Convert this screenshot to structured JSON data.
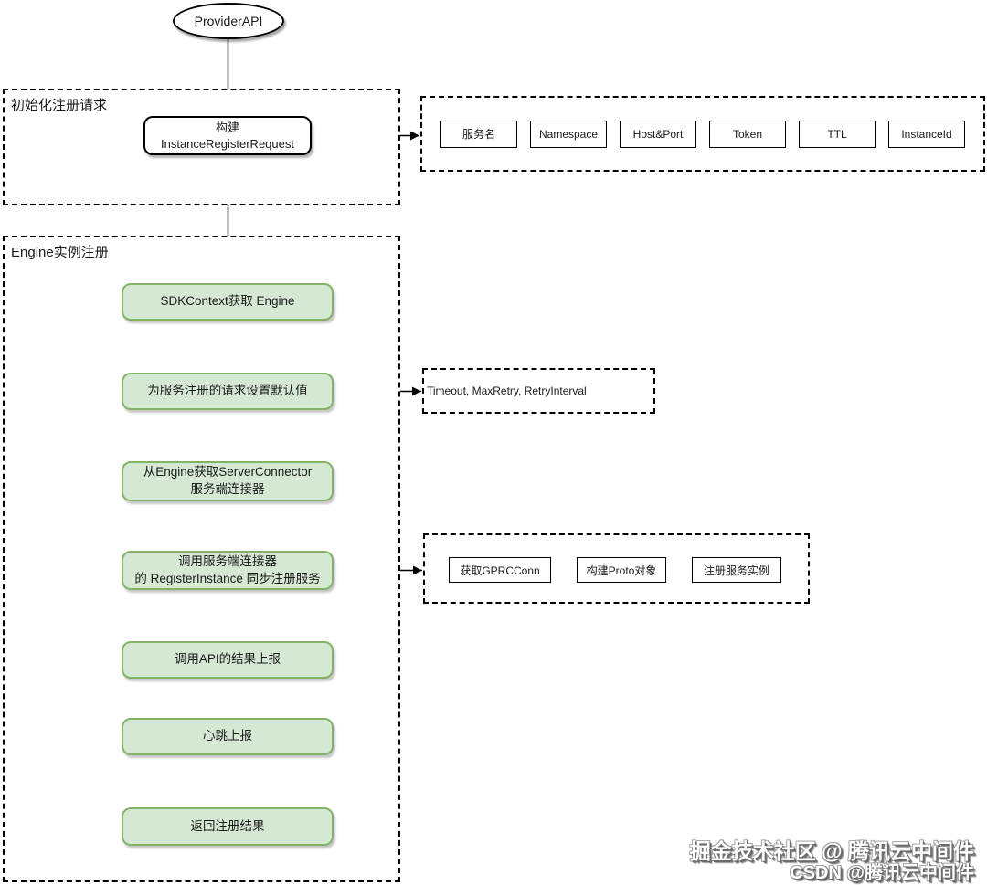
{
  "colors": {
    "step_fill": "#d5e8d4",
    "step_border": "#82b366",
    "edge": "#000000"
  },
  "diagram": {
    "start_node": {
      "label": "ProviderAPI"
    },
    "init_request": {
      "label": "初始化注册请求",
      "build_node": "构建\nInstanceRegisterRequest"
    },
    "request_fields": [
      "服务名",
      "Namespace",
      "Host&Port",
      "Token",
      "TTL",
      "InstanceId"
    ],
    "engine_register": {
      "label": "Engine实例注册",
      "steps": [
        "SDKContext获取 Engine",
        "为服务注册的请求设置默认值",
        "从Engine获取ServerConnector\n服务端连接器",
        "调用服务端连接器\n的 RegisterInstance 同步注册服务",
        "调用API的结果上报",
        "心跳上报",
        "返回注册结果"
      ]
    },
    "defaults_note": "Timeout, MaxRetry, RetryInterval",
    "connector_flow": [
      "获取GPRCConn",
      "构建Proto对象",
      "注册服务实例"
    ],
    "watermark": {
      "line1": "掘金技术社区 @ 腾讯云中间件",
      "line2": "CSDN @腾讯云中间件"
    }
  }
}
